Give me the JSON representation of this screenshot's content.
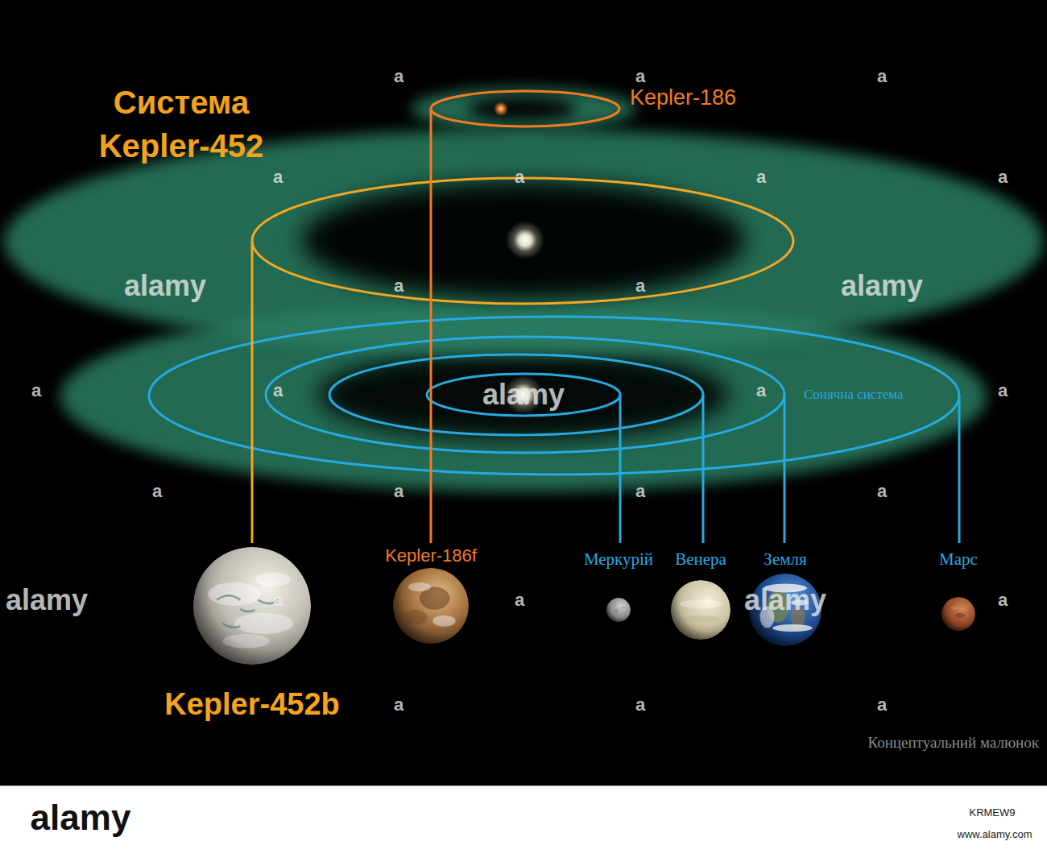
{
  "diagram": {
    "title": "Система Kepler-452",
    "nodes": [
      {
        "text": [
          "Kepler-452b"
        ]
      },
      {
        "text": [
          "Kepler-186f"
        ]
      },
      {
        "text": [
          "Меркурій"
        ]
      },
      {
        "text": [
          "Венера"
        ]
      },
      {
        "text": [
          "Земля"
        ]
      },
      {
        "text": [
          "Марс"
        ]
      }
    ],
    "labels": [
      "Kepler-186",
      "Сонячна система",
      "Концептуальний малюнок",
      "alamy",
      "alamy",
      "alamy",
      "alamy",
      "alamy",
      "a",
      "a",
      "a",
      "a",
      "a",
      "a",
      "a",
      "a",
      "a",
      "a",
      "a",
      "a",
      "a",
      "a",
      "a",
      "a",
      "a",
      "a",
      "a",
      "a",
      "a",
      "a",
      "a",
      "alamy",
      "KRMEW9",
      "www.alamy.com"
    ]
  }
}
